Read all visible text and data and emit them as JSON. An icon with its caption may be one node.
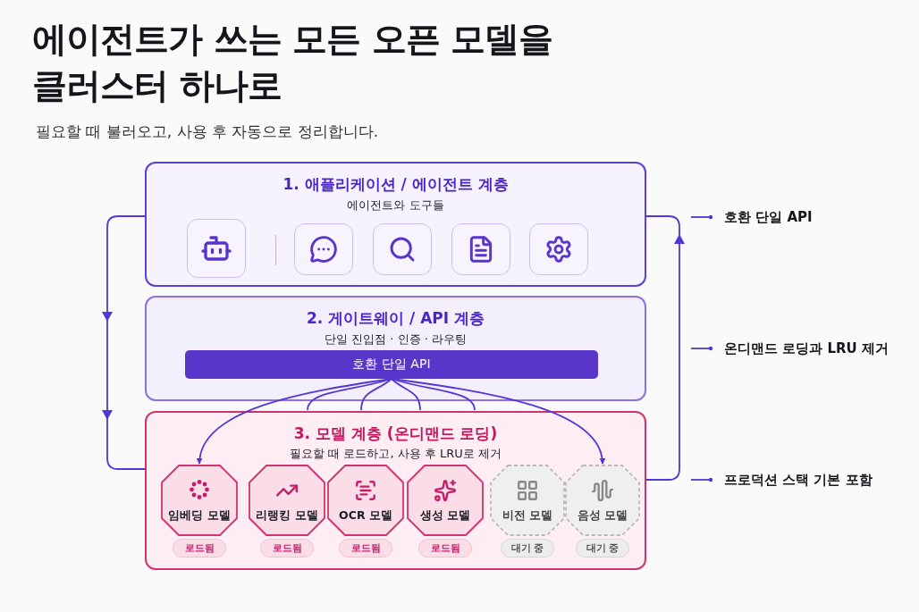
{
  "diagram": {
    "title": "에이전트가 쓰는 모든 오픈 모델을 클러스터 하나로",
    "nodes": [
      {
        "text": [
          "1. 애플리케이션 / 에이전트 계층",
          "에이전트와 도구들"
        ]
      },
      {
        "text": [
          "2. 게이트웨이 / API 계층",
          "단일 진입점 · 인증 · 라우팅"
        ]
      },
      {
        "text": [
          "호환 단일 API"
        ],
        "in": 1
      },
      {
        "text": [
          "3. 모델 계층 (온디맨드 로딩)",
          "필요할 때 로드하고, 사용 후 LRU로 제거"
        ]
      },
      {
        "text": [
          "임베딩 모델"
        ],
        "beside": [
          "로드됨"
        ],
        "in": 3
      },
      {
        "text": [
          "리랭킹 모델"
        ],
        "beside": [
          "로드됨"
        ],
        "in": 3
      },
      {
        "text": [
          "OCR 모델"
        ],
        "beside": [
          "로드됨"
        ],
        "in": 3
      },
      {
        "text": [
          "생성 모델"
        ],
        "beside": [
          "로드됨"
        ],
        "in": 3
      },
      {
        "text": [
          "비전 모델"
        ],
        "beside": [
          "대기 중"
        ],
        "in": 3
      },
      {
        "text": [
          "음성 모델"
        ],
        "beside": [
          "대기 중"
        ],
        "in": 3
      }
    ],
    "edges": [
      {
        "from": 0,
        "to": 3,
        "arrow": "to"
      },
      {
        "from": 3,
        "to": 0,
        "arrow": "to"
      },
      {
        "from": 2,
        "to": 4,
        "arrow": "to"
      },
      {
        "from": 2,
        "to": 3,
        "arrow": "none"
      },
      {
        "from": 2,
        "to": 3,
        "arrow": "none"
      },
      {
        "from": 2,
        "to": 3,
        "arrow": "none"
      },
      {
        "from": 2,
        "to": 3,
        "arrow": "none"
      },
      {
        "from": 2,
        "to": 9,
        "arrow": "to"
      }
    ],
    "labels": [
      "필요할 때 불러오고, 사용 후 자동으로 정리합니다.",
      "호환 단일 API",
      "온디맨드 로딩과 LRU 제거",
      "프로덕션 스택 기본 포함"
    ]
  }
}
